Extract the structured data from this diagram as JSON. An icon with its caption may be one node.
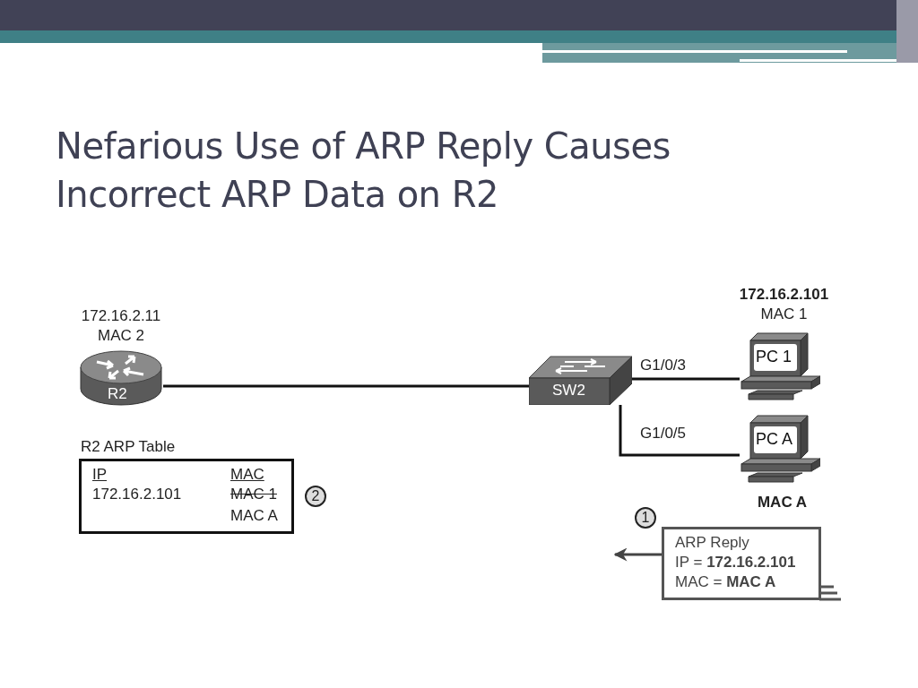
{
  "diagram": {
    "title": "Nefarious Use of ARP Reply Causes Incorrect ARP Data on R2",
    "nodes": [
      {
        "text": [
          "R2"
        ],
        "beside": [
          "172.16.2.11 MAC 2"
        ]
      },
      {
        "text": [
          "SW2"
        ]
      },
      {
        "text": [
          "PC 1"
        ],
        "beside": [
          "**172.16.2.101** MAC 1"
        ]
      },
      {
        "text": [
          "PC A"
        ],
        "beside": [
          "MAC A"
        ]
      },
      {
        "text": [
          "R2 ARP Table",
          "IP",
          "MAC",
          "172.16.2.101",
          "MAC 1",
          "MAC A"
        ],
        "beside": [
          "2"
        ]
      },
      {
        "text": [
          "ARP Reply",
          "IP = **172.16.2.101**",
          "MAC = **MAC A**"
        ],
        "beside": [
          "1"
        ]
      }
    ],
    "edges": [
      {
        "from": 0,
        "to": 1,
        "arrow": "none"
      },
      {
        "from": 1,
        "to": 2,
        "arrow": "none",
        "label": "G1/0/3"
      },
      {
        "from": 1,
        "to": 3,
        "arrow": "none",
        "label": "G1/0/5"
      },
      {
        "from": 5,
        "to": null,
        "arrow": "to",
        "color": "#444444"
      }
    ]
  }
}
